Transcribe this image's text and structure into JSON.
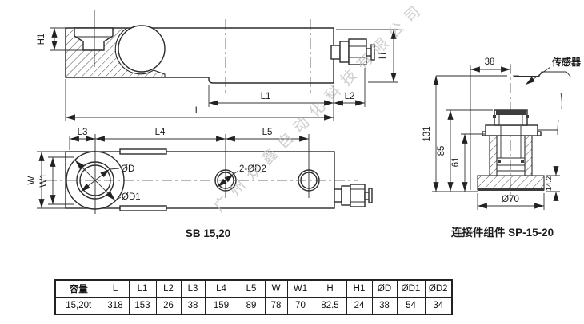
{
  "watermark": {
    "text": "广州众鑫自动化科技有限公司"
  },
  "side_view": {
    "dim_h1": "H1",
    "dim_l1": "L1",
    "dim_l2": "L2",
    "dim_l": "L",
    "dim_h": "H"
  },
  "top_view": {
    "dim_l3": "L3",
    "dim_l4": "L4",
    "dim_l5": "L5",
    "dim_w": "W",
    "dim_w1": "W1",
    "label_d": "ØD",
    "label_d1": "ØD1",
    "label_d2": "2-ØD2",
    "caption": "SB 15,20"
  },
  "assembly_view": {
    "dim_width": "38",
    "dim_height_total": "131",
    "dim_height_body": "85",
    "dim_height_inner": "61",
    "dim_base_thickness": "14.2",
    "dim_base_diameter": "Ø70",
    "sensor_label": "传感器",
    "caption": "连接件组件 SP-15-20"
  },
  "table": {
    "headers": [
      "容量",
      "L",
      "L1",
      "L2",
      "L3",
      "L4",
      "L5",
      "W",
      "W1",
      "H",
      "H1",
      "ØD",
      "ØD1",
      "ØD2"
    ],
    "row": [
      "15,20t",
      "318",
      "153",
      "26",
      "38",
      "159",
      "89",
      "78",
      "70",
      "82.5",
      "24",
      "38",
      "54",
      "34"
    ]
  }
}
